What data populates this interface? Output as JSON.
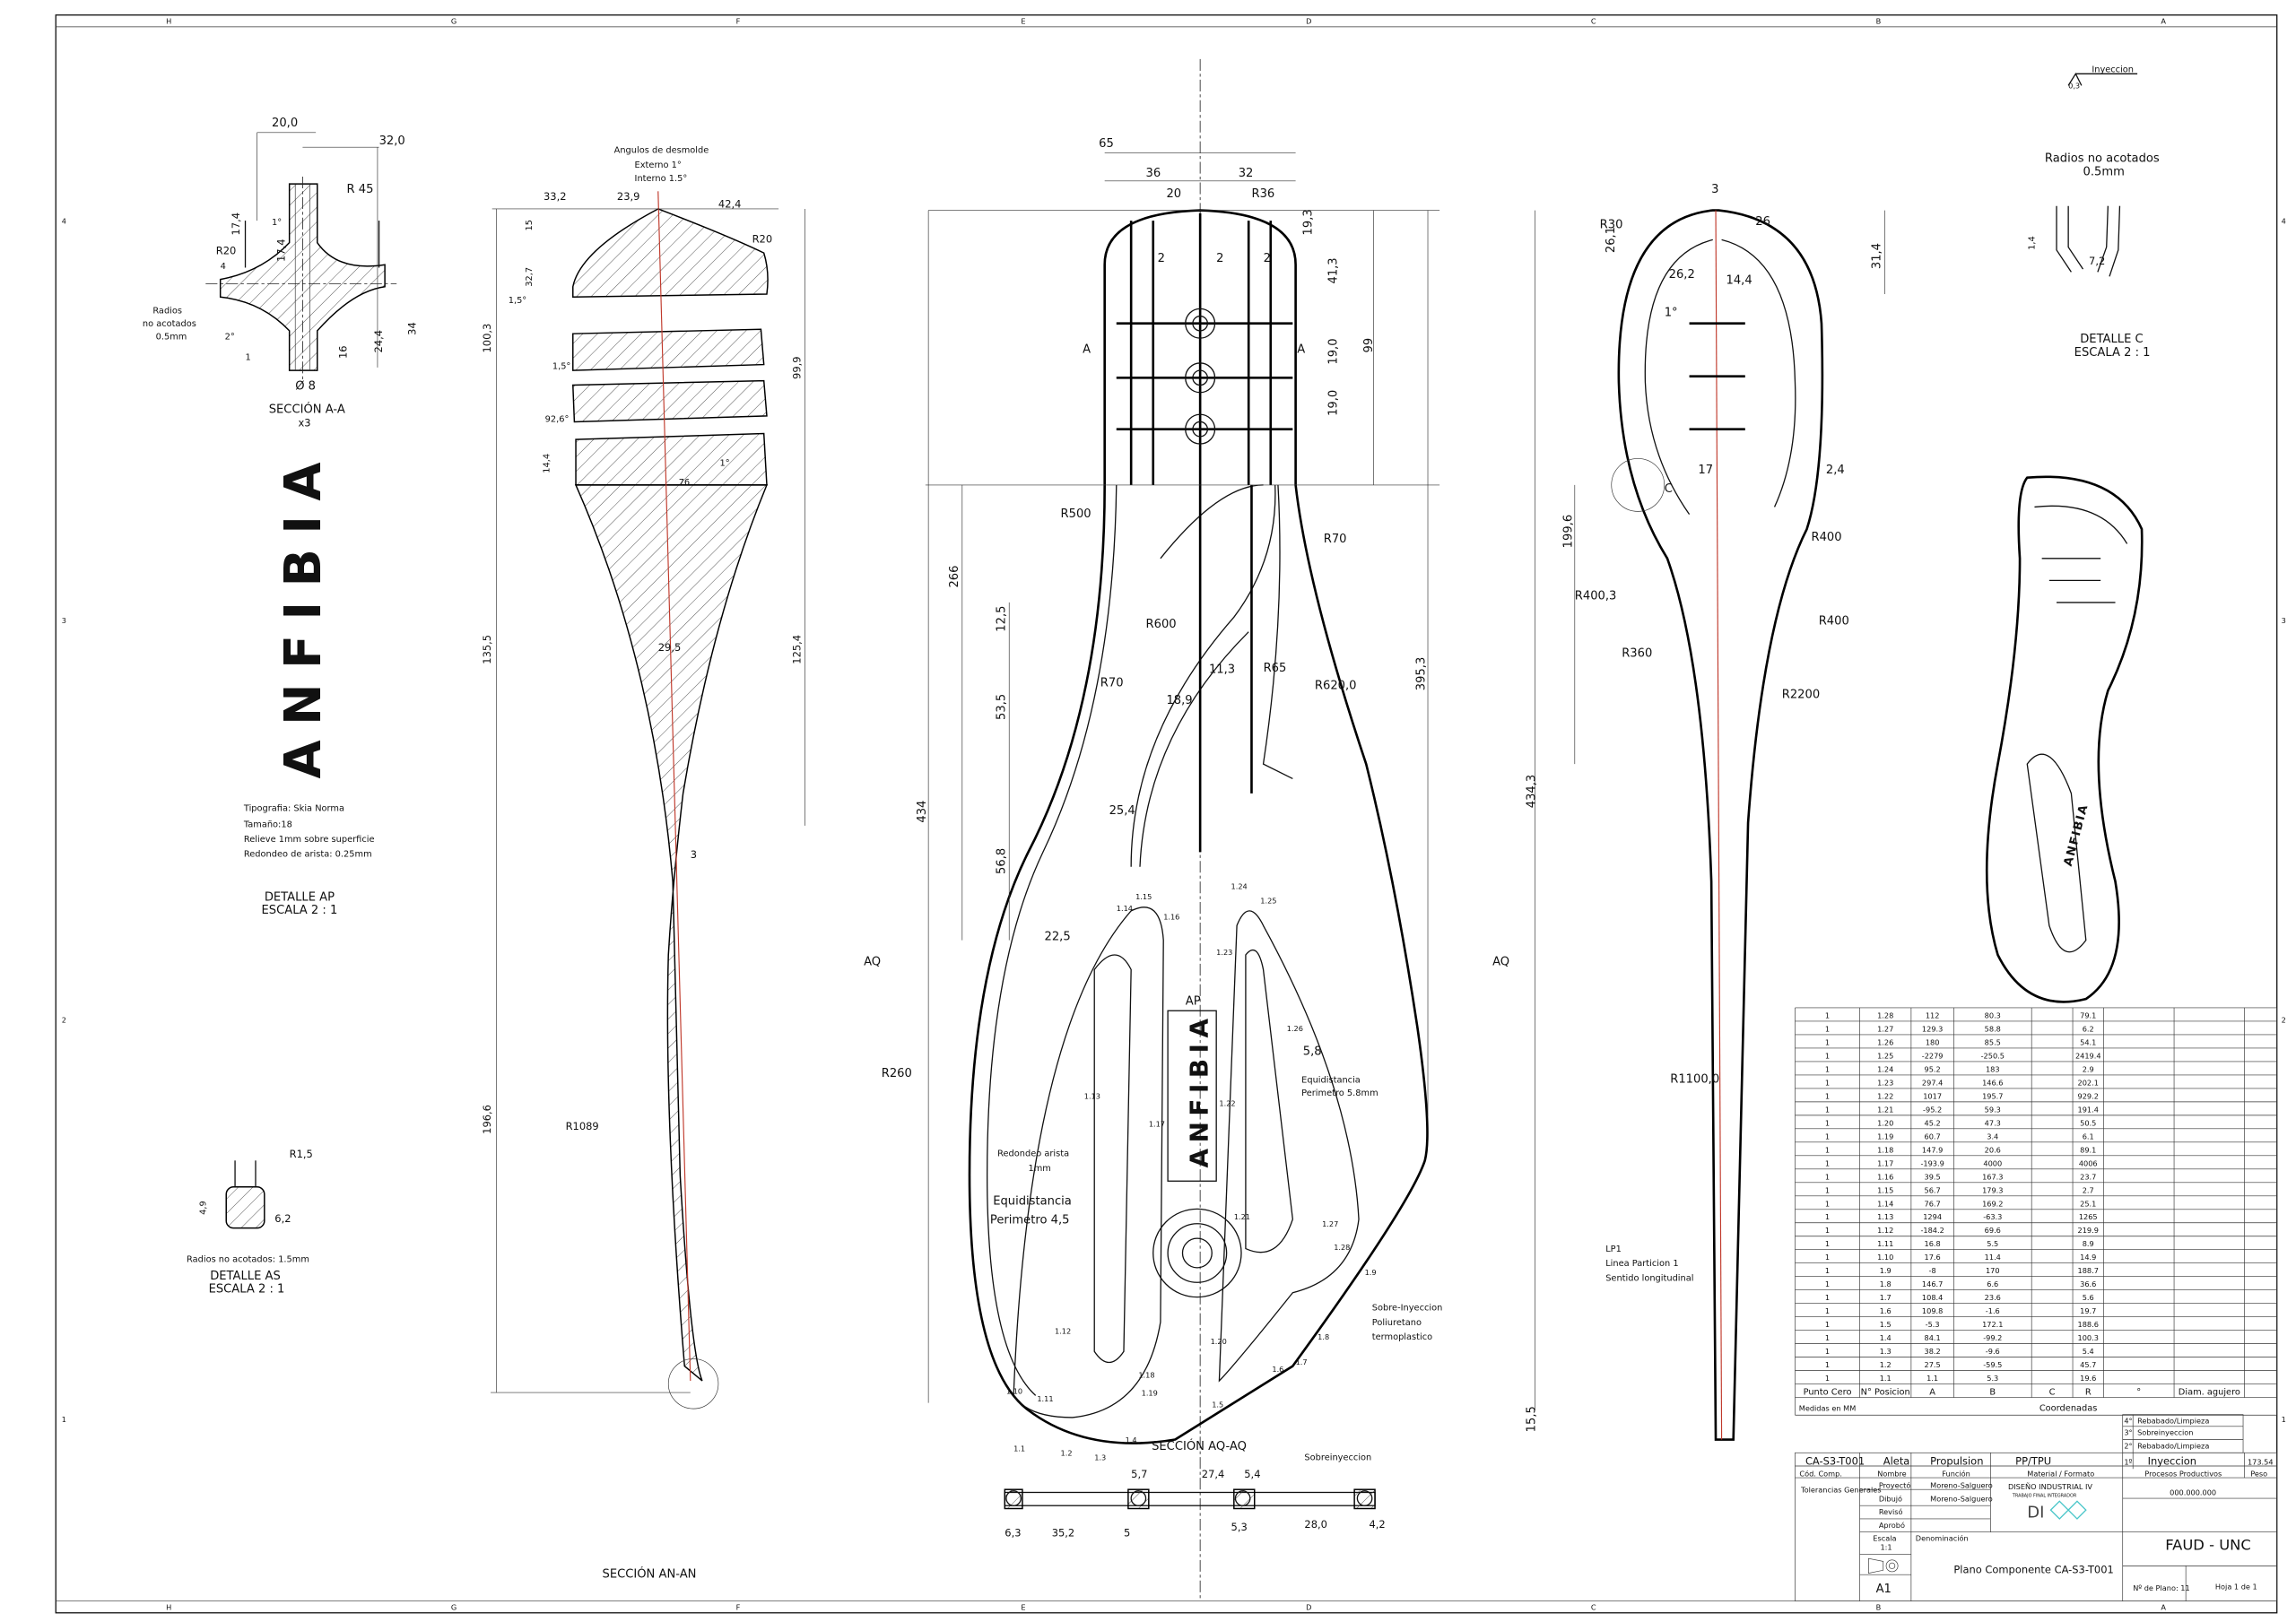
{
  "brand": "ANFIBIA",
  "accent_color": "#49c6c9",
  "frame": {
    "col_letters": [
      "H",
      "G",
      "F",
      "E",
      "D",
      "C",
      "B",
      "A"
    ],
    "row_numbers": [
      "4",
      "3",
      "2",
      "1"
    ]
  },
  "section_aa": {
    "title": "SECCIÓN A-A",
    "scale": "x3",
    "note": [
      "Radios",
      "no acotados",
      "0.5mm"
    ],
    "dims": [
      "20,0",
      "32,0",
      "R 45",
      "R20",
      "17,4",
      "17,4",
      "1°",
      "2°",
      "4",
      "1",
      "16",
      "24,4",
      "34",
      "Ø 8"
    ]
  },
  "section_an": {
    "title": "SECCIÓN AN-AN",
    "notes": [
      "Angulos de desmolde",
      "Externo 1°",
      "Interno 1.5°"
    ],
    "dims": [
      "33,2",
      "23,9",
      "42,4",
      "R20",
      "15",
      "32,7",
      "1,5°",
      "1,5°",
      "92,6°",
      "100,3",
      "99,9",
      "14,4",
      "76",
      "1°",
      "135,5",
      "125,4",
      "29,5",
      "3",
      "196,6",
      "R1089"
    ]
  },
  "detail_ap": {
    "notes": [
      "Tipografia: Skia Norma",
      "Tamaño:18",
      "Relieve 1mm sobre superficie",
      "Redondeo de arista: 0.25mm"
    ],
    "title": "DETALLE AP",
    "scale": "ESCALA 2 : 1"
  },
  "detail_as": {
    "note": "Radios no acotados: 1.5mm",
    "title": "DETALLE AS",
    "scale": "ESCALA 2 : 1",
    "dims": [
      "R1,5",
      "4,9",
      "6,2"
    ]
  },
  "main_view": {
    "dims": [
      "65",
      "36",
      "32",
      "20",
      "R36",
      "2",
      "2",
      "2",
      "19,3",
      "41,3",
      "19,0",
      "19,0",
      "99",
      "A",
      "A",
      "R500",
      "R70",
      "266",
      "12,5",
      "R600",
      "R70",
      "11,3",
      "R65",
      "R620,0",
      "18,9",
      "53,5",
      "395,3",
      "25,4",
      "56,8",
      "434",
      "22,5",
      "AQ",
      "AQ",
      "R260",
      "AP",
      "5,8"
    ],
    "notes": [
      "Equidistancia",
      "Perimetro 5.8mm",
      "Redondeo arista",
      "1mm",
      "Equidistancia",
      "Perimetro 4,5",
      "Sobre-Inyeccion",
      "Poliuretano",
      "termoplastico"
    ],
    "points": [
      "1.15",
      "1.14",
      "1.16",
      "1.24",
      "1.25",
      "1.23",
      "1.26",
      "1.13",
      "1.17",
      "1.22",
      "1.21",
      "1.27",
      "1.28",
      "1.9",
      "1.12",
      "1.18",
      "1.20",
      "1.8",
      "1.7",
      "1.6",
      "1.5",
      "1.10",
      "1.11",
      "1.19",
      "1.4",
      "1.1",
      "1.2",
      "1.3"
    ],
    "section_title": "SECCIÓN AQ-AQ",
    "aq_dims": [
      "5,7",
      "27,4",
      "5,4",
      "Sobreinyeccion",
      "6,3",
      "35,2",
      "5",
      "5,3",
      "28,0",
      "4,2"
    ]
  },
  "side_view": {
    "dims": [
      "3",
      "R30",
      "26",
      "26,1",
      "26,2",
      "14,4",
      "31,4",
      "1°",
      "C",
      "199,6",
      "17",
      "2,4",
      "R400",
      "R400,3",
      "R400",
      "R360",
      "R2200",
      "434,3",
      "R1100,0",
      "15,5"
    ],
    "notes": [
      "LP1",
      "Linea Particion 1",
      "Sentido longitudinal"
    ]
  },
  "detail_c": {
    "symbol": "Inyeccion",
    "roughness": "0,3",
    "note": [
      "Radios no acotados",
      "0.5mm"
    ],
    "dims": [
      "1,4",
      "7,2"
    ],
    "title": "DETALLE C",
    "scale": "ESCALA 2 : 1"
  },
  "coord_table": {
    "headers": [
      "Punto Cero",
      "N° Posicion",
      "A",
      "B",
      "C",
      "R",
      "°",
      "Diam. agujero",
      ""
    ],
    "footer": [
      "Medidas en MM",
      "Coordenadas"
    ],
    "rows": [
      [
        "1",
        "1.28",
        "112",
        "80.3",
        "",
        "79.1"
      ],
      [
        "1",
        "1.27",
        "129.3",
        "58.8",
        "",
        "6.2"
      ],
      [
        "1",
        "1.26",
        "180",
        "85.5",
        "",
        "54.1"
      ],
      [
        "1",
        "1.25",
        "-2279",
        "-250.5",
        "",
        "2419.4"
      ],
      [
        "1",
        "1.24",
        "95.2",
        "183",
        "",
        "2.9"
      ],
      [
        "1",
        "1.23",
        "297.4",
        "146.6",
        "",
        "202.1"
      ],
      [
        "1",
        "1.22",
        "1017",
        "195.7",
        "",
        "929.2"
      ],
      [
        "1",
        "1.21",
        "-95.2",
        "59.3",
        "",
        "191.4"
      ],
      [
        "1",
        "1.20",
        "45.2",
        "47.3",
        "",
        "50.5"
      ],
      [
        "1",
        "1.19",
        "60.7",
        "3.4",
        "",
        "6.1"
      ],
      [
        "1",
        "1.18",
        "147.9",
        "20.6",
        "",
        "89.1"
      ],
      [
        "1",
        "1.17",
        "-193.9",
        "4000",
        "",
        "4006"
      ],
      [
        "1",
        "1.16",
        "39.5",
        "167.3",
        "",
        "23.7"
      ],
      [
        "1",
        "1.15",
        "56.7",
        "179.3",
        "",
        "2.7"
      ],
      [
        "1",
        "1.14",
        "76.7",
        "169.2",
        "",
        "25.1"
      ],
      [
        "1",
        "1.13",
        "1294",
        "-63.3",
        "",
        "1265"
      ],
      [
        "1",
        "1.12",
        "-184.2",
        "69.6",
        "",
        "219.9"
      ],
      [
        "1",
        "1.11",
        "16.8",
        "5.5",
        "",
        "8.9"
      ],
      [
        "1",
        "1.10",
        "17.6",
        "11.4",
        "",
        "14.9"
      ],
      [
        "1",
        "1.9",
        "-8",
        "170",
        "",
        "188.7"
      ],
      [
        "1",
        "1.8",
        "146.7",
        "6.6",
        "",
        "36.6"
      ],
      [
        "1",
        "1.7",
        "108.4",
        "23.6",
        "",
        "5.6"
      ],
      [
        "1",
        "1.6",
        "109.8",
        "-1.6",
        "",
        "19.7"
      ],
      [
        "1",
        "1.5",
        "-5.3",
        "172.1",
        "",
        "188.6"
      ],
      [
        "1",
        "1.4",
        "84.1",
        "-99.2",
        "",
        "100.3"
      ],
      [
        "1",
        "1.3",
        "38.2",
        "-9.6",
        "",
        "5.4"
      ],
      [
        "1",
        "1.2",
        "27.5",
        "-59.5",
        "",
        "45.7"
      ],
      [
        "1",
        "1.1",
        "1.1",
        "5.3",
        "",
        "19.6"
      ]
    ]
  },
  "title_block": {
    "processes": [
      [
        "4°",
        "Rebabado/Limpieza"
      ],
      [
        "3°",
        "Sobreinyeccion"
      ],
      [
        "2°",
        "Rebabado/Limpieza"
      ],
      [
        "1º",
        "Inyeccion"
      ]
    ],
    "code": "CA-S3-T001",
    "name": "Aleta",
    "function": "Propulsion",
    "material": "PP/TPU",
    "weight": "173.54",
    "labels": {
      "code": "Cód. Comp.",
      "name": "Nombre",
      "function": "Función",
      "material": "Material / Formato",
      "processes": "Procesos Productivos",
      "weight": "Peso",
      "tolerances": "Tolerancias Generales",
      "designed": "Proyectó",
      "drawn": "Dibujó",
      "reviewed": "Revisó",
      "approved": "Aprobó",
      "scale": "Escala",
      "denomination": "Denominación"
    },
    "designed_by": "Moreno-Salguero",
    "drawn_by": "Moreno-Salguero",
    "course": "DISEÑO INDUSTRIAL IV",
    "course_sub": "TRABAJO FINAL INTEGRADOR",
    "logo": "DI",
    "number": "000.000.000",
    "scale": "1:1",
    "format": "A1",
    "denomination": "Plano Componente CA-S3-T001",
    "institution": "FAUD - UNC",
    "plan_number": "Nº de Plano: 11",
    "sheet": "Hoja 1 de 1"
  }
}
